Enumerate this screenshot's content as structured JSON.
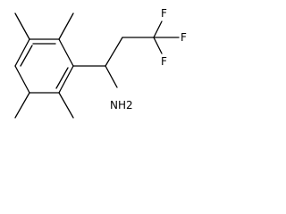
{
  "molecule": {
    "atoms": {
      "f_top": "F",
      "f_right": "F",
      "f_bottom": "F",
      "amine": "NH2"
    },
    "colors": {
      "bond": "#000000",
      "label": "#000000",
      "background": "#ffffff"
    }
  }
}
